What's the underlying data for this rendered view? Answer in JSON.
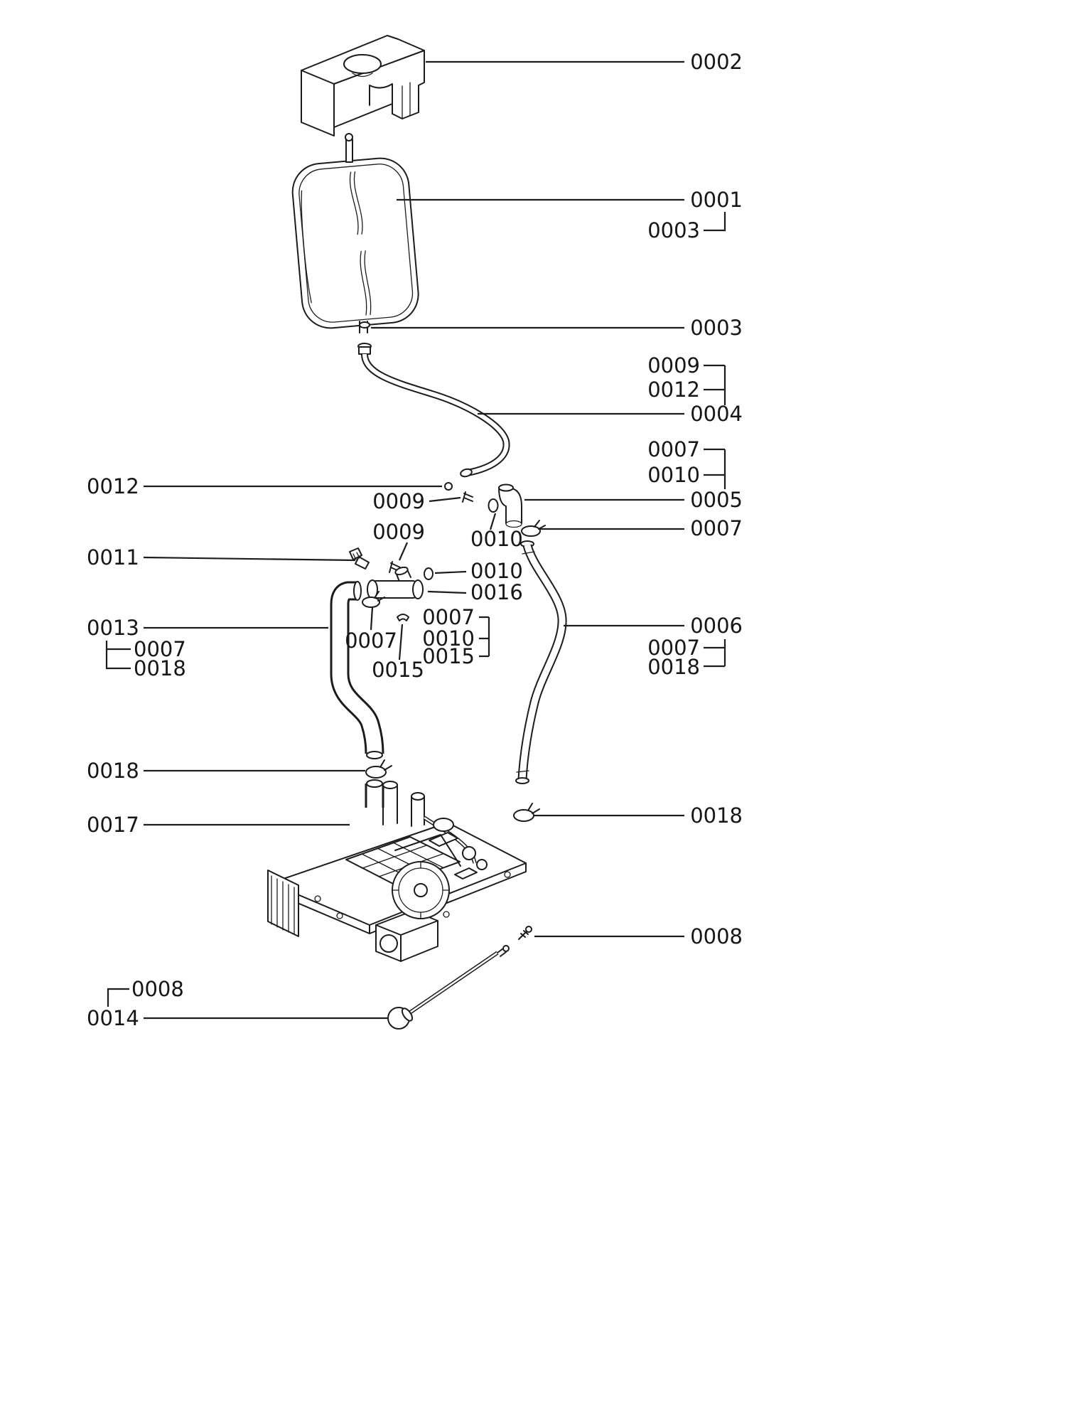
{
  "figure": {
    "kind": "exploded-parts-diagram",
    "background": "#ffffff",
    "ink": "#1c1c1c"
  },
  "labels": [
    {
      "text": "0002"
    },
    {
      "text": "0001"
    },
    {
      "text": "0003"
    },
    {
      "text": "0003"
    },
    {
      "text": "0009"
    },
    {
      "text": "0012"
    },
    {
      "text": "0004"
    },
    {
      "text": "0007"
    },
    {
      "text": "0010"
    },
    {
      "text": "0005"
    },
    {
      "text": "0007"
    },
    {
      "text": "0006"
    },
    {
      "text": "0007"
    },
    {
      "text": "0018"
    },
    {
      "text": "0018"
    },
    {
      "text": "0008"
    },
    {
      "text": "0012"
    },
    {
      "text": "0011"
    },
    {
      "text": "0013"
    },
    {
      "text": "0007"
    },
    {
      "text": "0018"
    },
    {
      "text": "0018"
    },
    {
      "text": "0017"
    },
    {
      "text": "0008"
    },
    {
      "text": "0014"
    },
    {
      "text": "0009"
    },
    {
      "text": "0009"
    },
    {
      "text": "0010"
    },
    {
      "text": "0010"
    },
    {
      "text": "0016"
    },
    {
      "text": "0007"
    },
    {
      "text": "0010"
    },
    {
      "text": "0015"
    },
    {
      "text": "0007"
    },
    {
      "text": "0015"
    }
  ]
}
